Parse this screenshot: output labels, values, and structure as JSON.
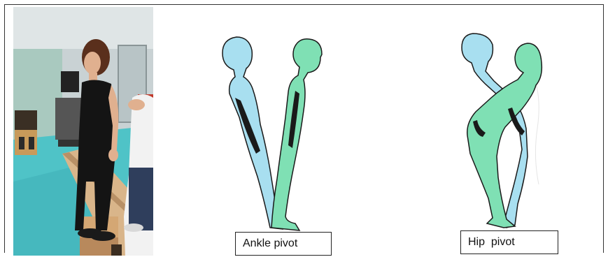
{
  "diagram": {
    "labels": {
      "ankle": "Ankle pivot",
      "hip": "Hip  pivot"
    }
  },
  "colors": {
    "blue_figure": "#a8dff0",
    "green_figure": "#7fe0b4",
    "outline": "#1a1a1a",
    "floor": "#4fc3c7",
    "wall": "#c9d2d4"
  },
  "icons": [
    "person-photo",
    "ankle-strategy-figure",
    "hip-strategy-figure"
  ]
}
